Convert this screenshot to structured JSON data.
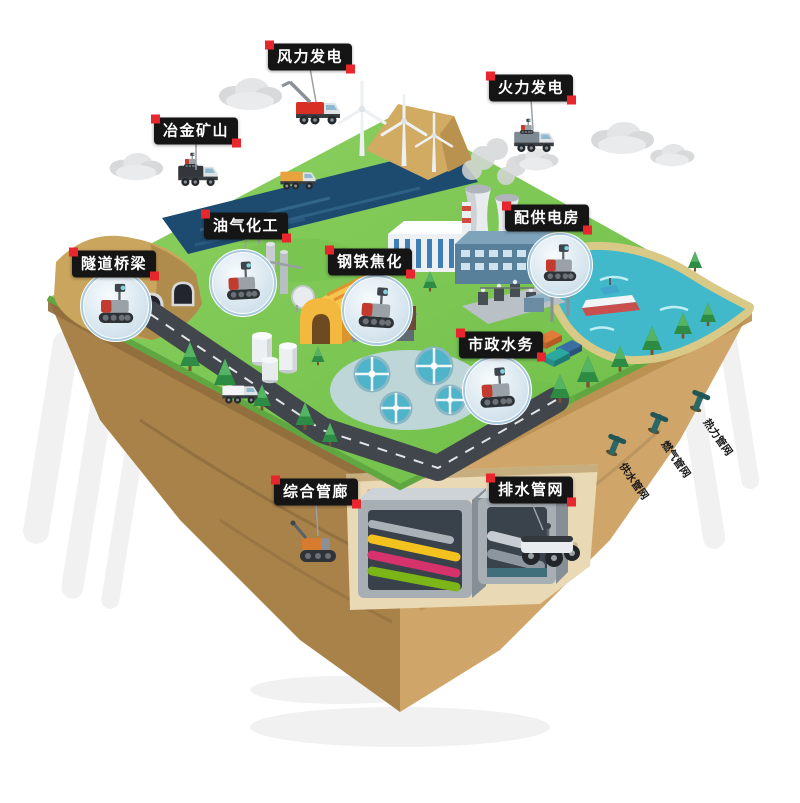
{
  "scene_labels": [
    {
      "id": "wind-power",
      "text": "风力发电"
    },
    {
      "id": "metallurgy-mining",
      "text": "冶金矿山"
    },
    {
      "id": "thermal-power",
      "text": "火力发电"
    },
    {
      "id": "oil-gas-chemical",
      "text": "油气化工"
    },
    {
      "id": "tunnel-bridge",
      "text": "隧道桥梁"
    },
    {
      "id": "steel-coking",
      "text": "钢铁焦化"
    },
    {
      "id": "power-distribution-room",
      "text": "配供电房"
    },
    {
      "id": "municipal-water",
      "text": "市政水务"
    },
    {
      "id": "utility-tunnel",
      "text": "综合管廊"
    },
    {
      "id": "drainage-network",
      "text": "排水管网"
    }
  ],
  "pipe_labels": [
    {
      "id": "water-supply-network",
      "text": "供水管网"
    },
    {
      "id": "gas-network",
      "text": "燃气管网"
    },
    {
      "id": "heating-network",
      "text": "热力管网"
    }
  ],
  "colors": {
    "badge_bg": "#151515",
    "badge_accent": "#e8262d",
    "grass": "#7ec850",
    "soil_left": "#a9824a",
    "soil_right": "#cfa569",
    "lake": "#41b9ca",
    "river": "#1d4b70"
  }
}
